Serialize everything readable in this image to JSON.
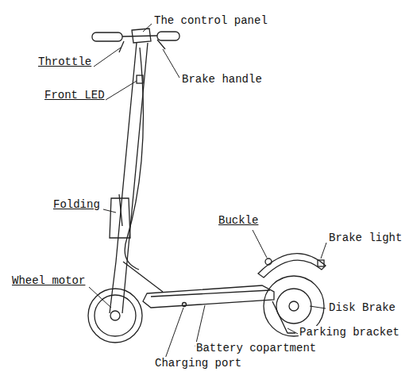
{
  "diagram": {
    "labels": [
      "The control panel",
      "Throttle",
      "Brake handle",
      "Front LED",
      "Folding",
      "Buckle",
      "Brake light",
      "Wheel motor",
      "Disk Brake",
      "Parking bracket",
      "Battery copartment",
      "Charging port"
    ]
  }
}
